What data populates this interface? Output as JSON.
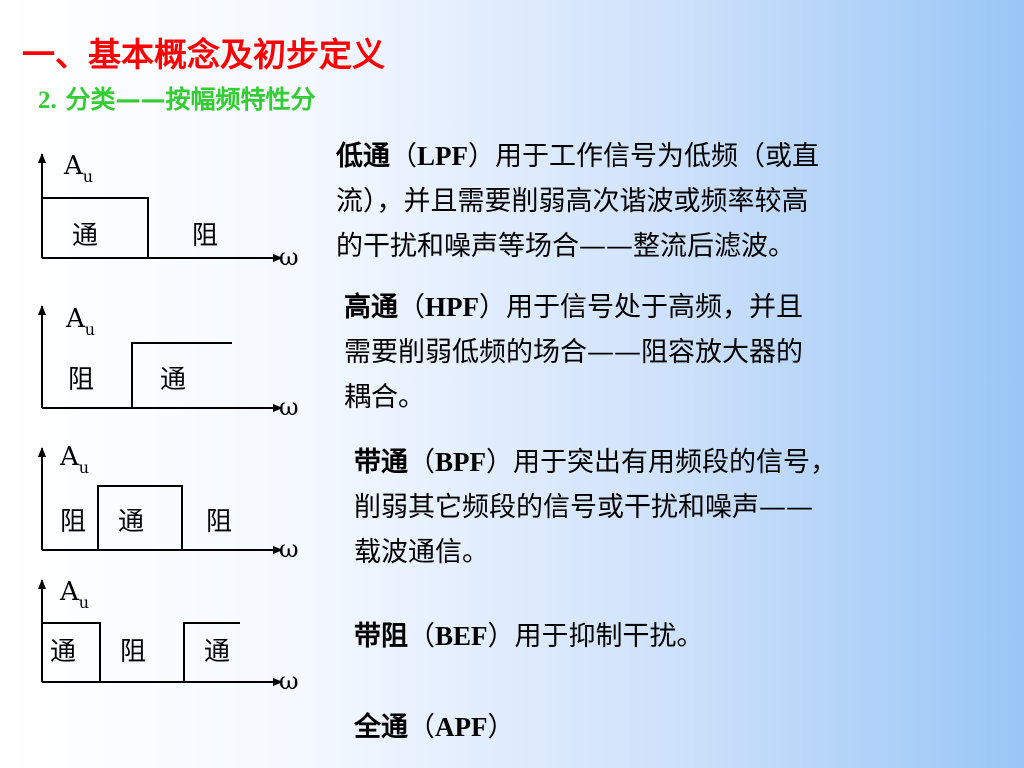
{
  "title": "一、基本概念及初步定义",
  "subtitle": {
    "number": "2.",
    "text": "分类——按幅频特性分"
  },
  "diagrams": [
    {
      "axis_label": "A",
      "axis_sub": "u",
      "freq_label": "ω",
      "regions": [
        "通",
        "阻"
      ]
    },
    {
      "axis_label": "A",
      "axis_sub": "u",
      "freq_label": "ω",
      "regions": [
        "阻",
        "通"
      ]
    },
    {
      "axis_label": "A",
      "axis_sub": "u",
      "freq_label": "ω",
      "regions": [
        "阻",
        "通",
        "阻"
      ]
    },
    {
      "axis_label": "A",
      "axis_sub": "u",
      "freq_label": "ω",
      "regions": [
        "通",
        "阻",
        "通"
      ]
    }
  ],
  "filters": [
    {
      "name": "低通",
      "open": "（",
      "abbr": "LPF",
      "close": "）",
      "lines": [
        "用于工作信号为低频（或直",
        "流），并且需要削弱高次谐波或频率较高",
        "的干扰和噪声等场合——整流后滤波。"
      ]
    },
    {
      "name": "高通",
      "open": "（",
      "abbr": "HPF",
      "close": "）",
      "lines": [
        "用于信号处于高频，并且",
        "需要削弱低频的场合——阻容放大器的",
        "耦合。"
      ]
    },
    {
      "name": "带通",
      "open": "（",
      "abbr": "BPF",
      "close": "）",
      "lines": [
        "用于突出有用频段的信号，",
        "削弱其它频段的信号或干扰和噪声——",
        "载波通信。"
      ]
    },
    {
      "name": "带阻",
      "open": "（",
      "abbr": "BEF",
      "close": "）",
      "lines": [
        "用于抑制干扰。"
      ]
    },
    {
      "name": "全通",
      "open": "（",
      "abbr": "APF",
      "close": "）",
      "lines": []
    }
  ]
}
